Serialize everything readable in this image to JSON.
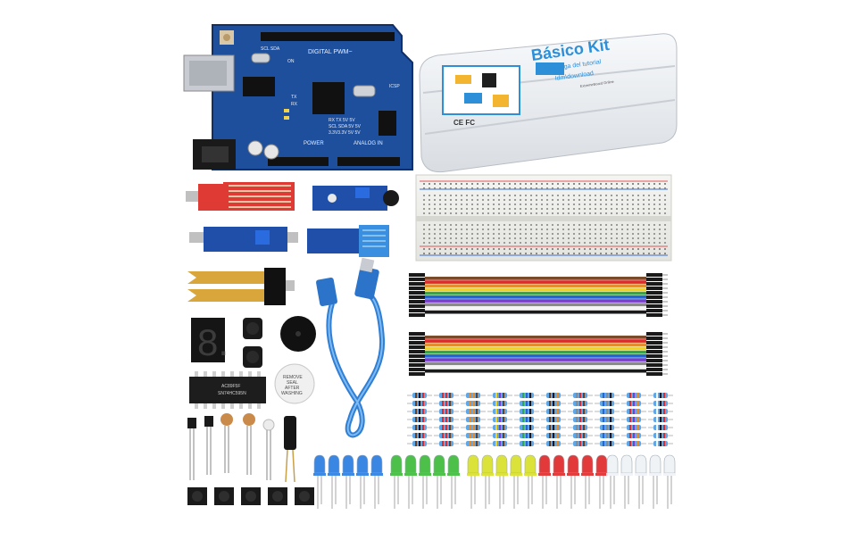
{
  "board": {
    "label_digital": "DIGITAL PWM~",
    "label_power": "POWER",
    "label_analog": "ANALOG IN",
    "label_scl": "SCL SDA",
    "label_icsp": "ICSP",
    "label_tx": "TX",
    "label_rx": "RX",
    "label_on": "ON",
    "pins_row": "RX TX 5V 5V",
    "pins_row2": "SCL SDA 5V 5V",
    "pins_row3": "3.3V3.3V 5V 5V"
  },
  "box": {
    "title": "Básico Kit",
    "subtitle_line1": "Descarga del tutorial",
    "subtitle_line2": "Idm\\download",
    "cert": "CE FC",
    "small": "ExtremeBoard Online"
  },
  "buzzer_sticker": {
    "line1": "REMOVE",
    "line2": "SEAL",
    "line3": "AFTER",
    "line4": "WASHING"
  },
  "chip": {
    "part": "SN74HC595N",
    "code": "AC89F5F"
  },
  "display": {
    "digit": "8."
  },
  "colors": {
    "board_blue": "#1d4f9c",
    "module_blue": "#1f4fa8",
    "sensor_red": "#e03a34",
    "cable_blue": "#2f7fd6",
    "led_blue": "#2a7de1",
    "led_green": "#3dbb3a",
    "led_yellow": "#d8e02a",
    "led_red": "#e02a2a",
    "led_white": "#eef2f6"
  }
}
